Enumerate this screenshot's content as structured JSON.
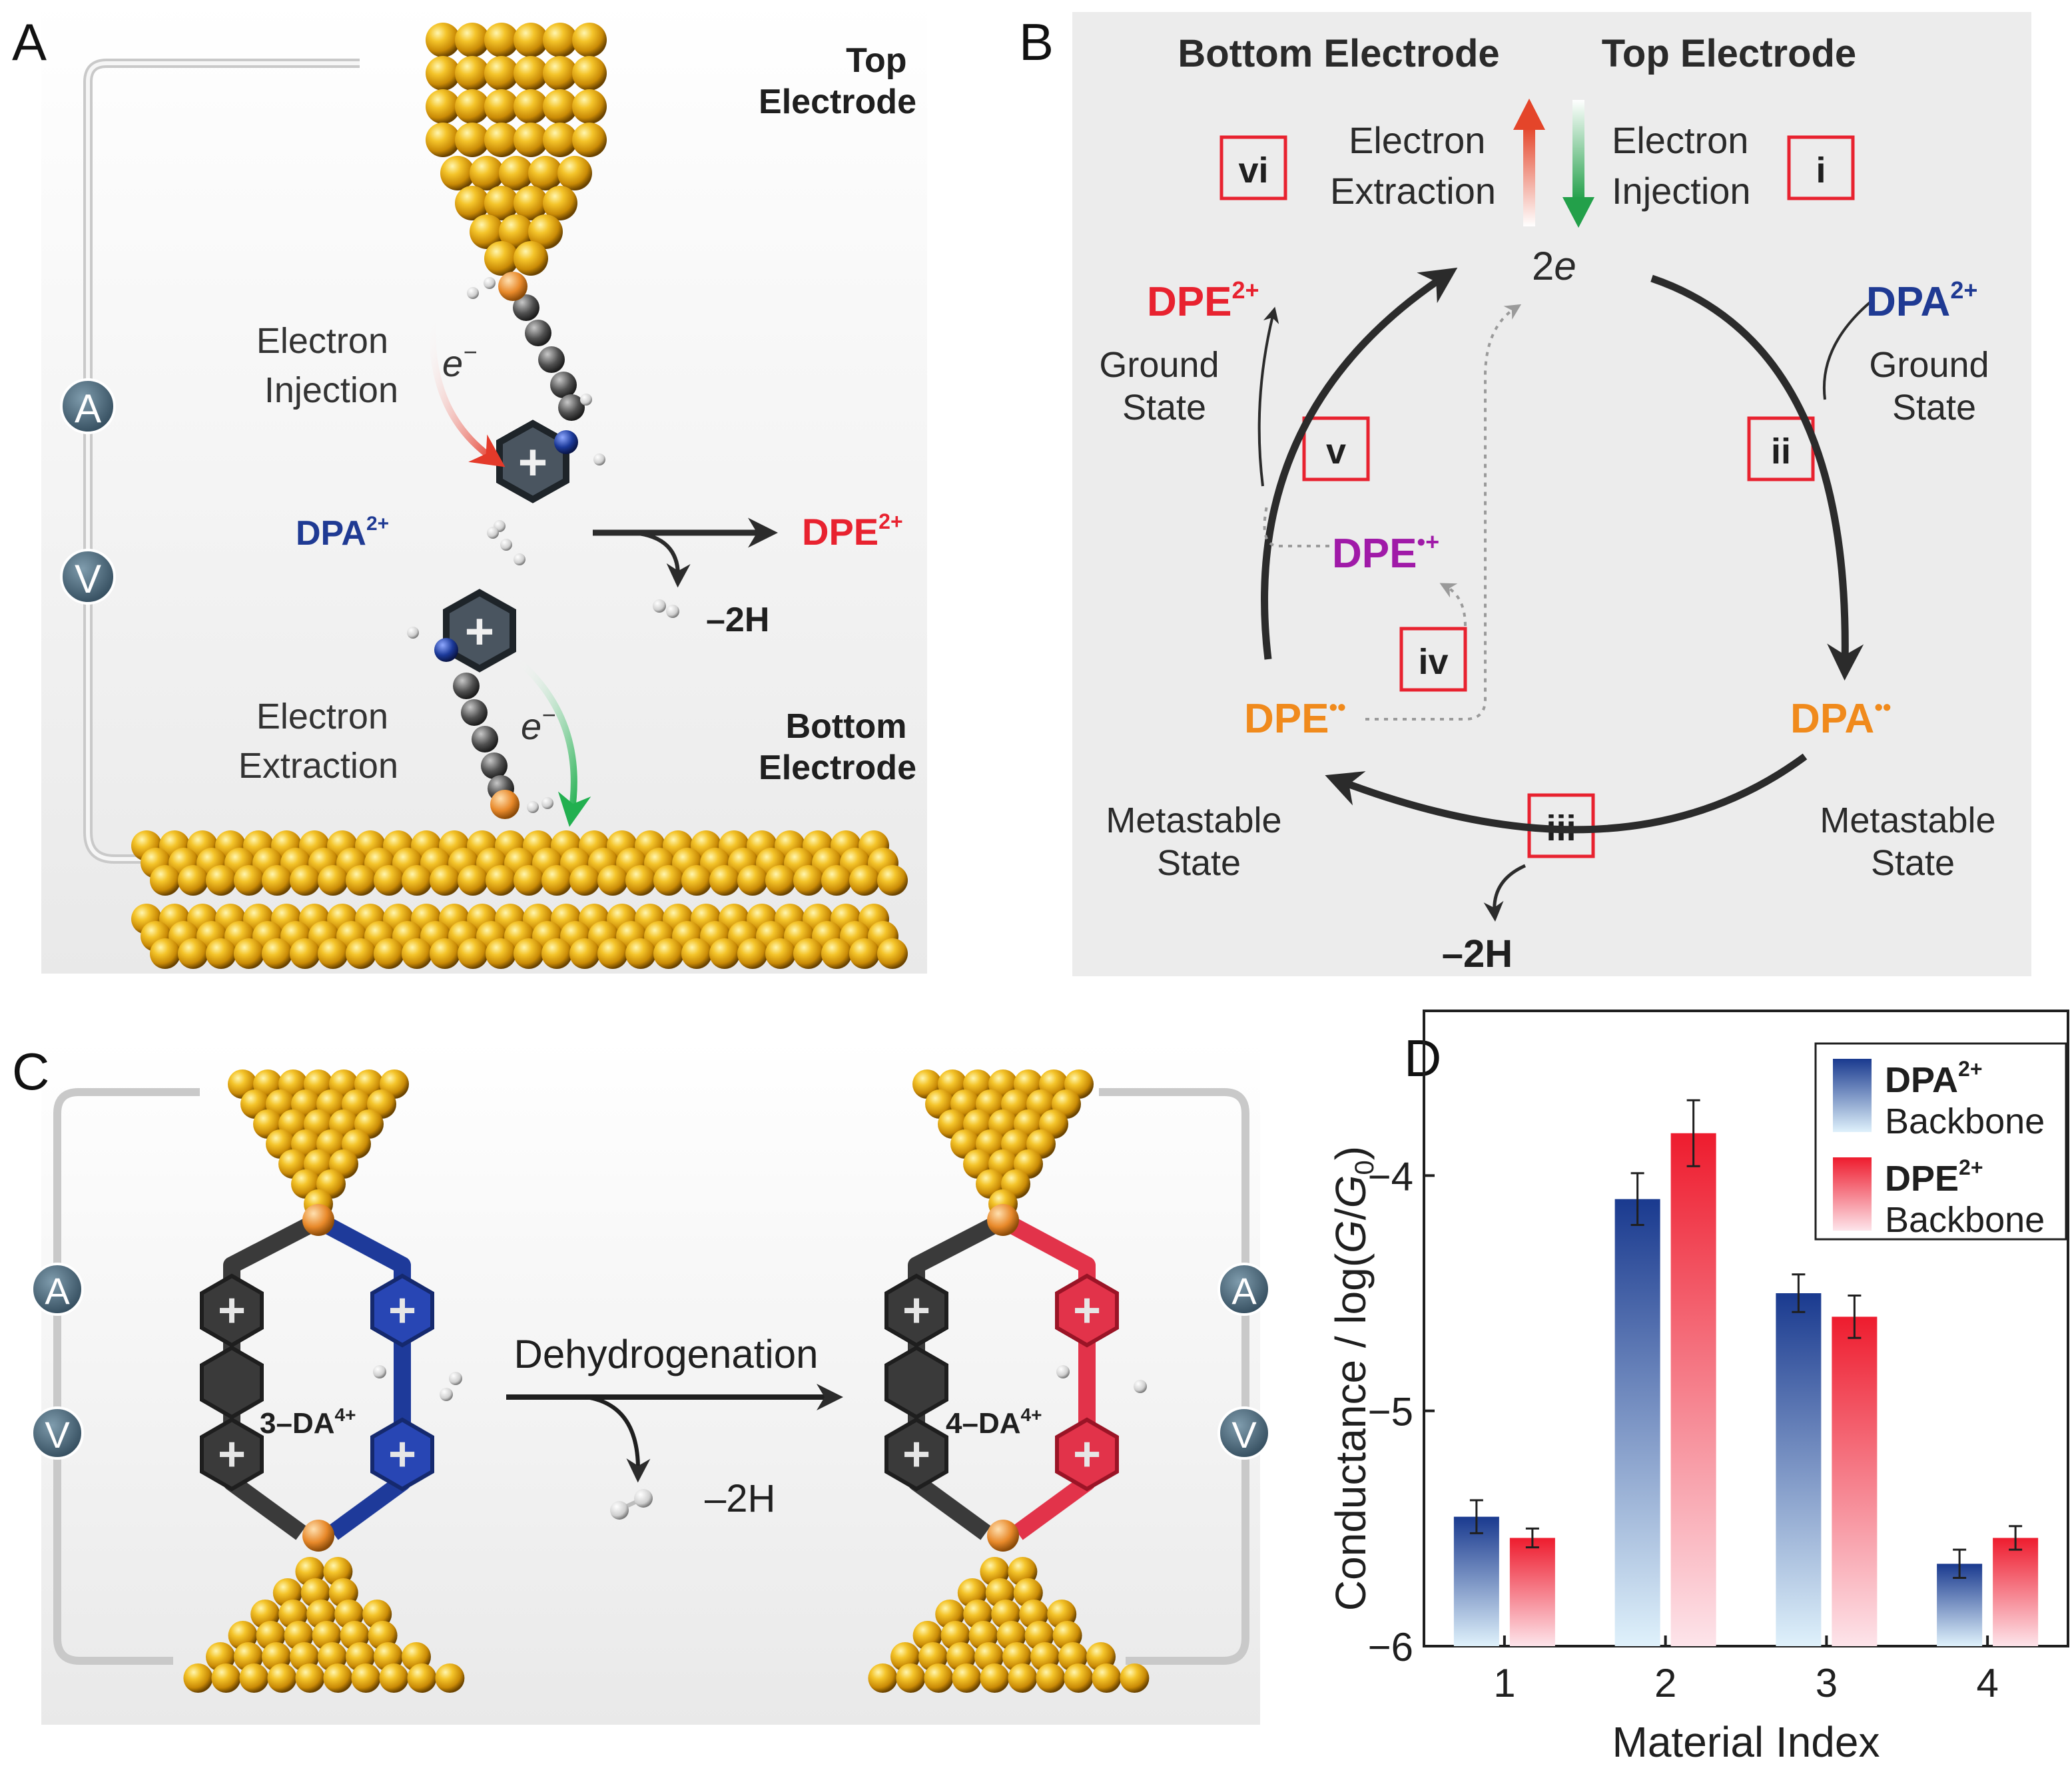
{
  "panel_a": {
    "label": "A",
    "top_electrode": [
      "Top",
      "Electrode"
    ],
    "bottom_electrode": [
      "Bottom",
      "Electrode"
    ],
    "injection": [
      "Electron",
      "Injection"
    ],
    "extraction": [
      "Electron",
      "Extraction"
    ],
    "e_top": "e",
    "e_top_sup": "−",
    "e_bottom": "e",
    "e_bottom_sup": "−",
    "dpa": "DPA",
    "dpa_sup": "2+",
    "dpe": "DPE",
    "dpe_sup": "2+",
    "minus_2h": "–2H",
    "ammeter": "A",
    "voltmeter": "V",
    "plus": "+"
  },
  "panel_b": {
    "label": "B",
    "bottom_electrode": "Bottom Electrode",
    "top_electrode": "Top Electrode",
    "extraction": [
      "Electron",
      "Extraction"
    ],
    "injection": [
      "Electron",
      "Injection"
    ],
    "two_e_num": "2",
    "two_e_var": "e",
    "dpe_ground": "DPE",
    "dpe_ground_sup": "2+",
    "dpa_ground": "DPA",
    "dpa_ground_sup": "2+",
    "ground_state": [
      "Ground",
      "State"
    ],
    "dpe_radical_cation": "DPE",
    "dpe_radical_cation_sup": "•+",
    "dpe_meta": "DPE",
    "dpe_meta_sup": "••",
    "dpa_meta": "DPA",
    "dpa_meta_sup": "••",
    "metastable_state": [
      "Metastable",
      "State"
    ],
    "minus_2h": "–2H",
    "steps": [
      "i",
      "ii",
      "iii",
      "iv",
      "v",
      "vi"
    ]
  },
  "panel_c": {
    "label": "C",
    "mol_left": "3–DA",
    "mol_left_sup": "4+",
    "mol_right": "4–DA",
    "mol_right_sup": "4+",
    "process": "Dehydrogenation",
    "minus_2h": "–2H",
    "ammeter": "A",
    "voltmeter": "V",
    "plus": "+"
  },
  "panel_d": {
    "label": "D",
    "ylabel_prefix": "Conductance / log(",
    "ylabel_g": "G",
    "ylabel_slash": "/",
    "ylabel_g0": "G",
    "ylabel_g0_sub": "0",
    "ylabel_suffix": ")",
    "legend": [
      {
        "name": "DPA",
        "sup": "2+",
        "sub": "Backbone"
      },
      {
        "name": "DPE",
        "sup": "2+",
        "sub": "Backbone"
      }
    ]
  },
  "colors": {
    "dpa_blue": "#1f3a93",
    "dpe_red": "#e8222f",
    "radical_cation_purple": "#a01aa8",
    "metastable_orange": "#f08a1c",
    "step_box_red": "#e8222f",
    "gold": "#e0a514"
  },
  "chart_data": {
    "type": "bar",
    "title": "",
    "xlabel": "Material Index",
    "ylabel": "Conductance / log(G/G0)",
    "categories": [
      "1",
      "2",
      "3",
      "4"
    ],
    "ylim": [
      -6,
      -3.3
    ],
    "yticks": [
      -6,
      -5,
      -4
    ],
    "ytick_labels": [
      "−6",
      "−5",
      "−4"
    ],
    "legend_position": "top-right",
    "grid": false,
    "series": [
      {
        "name": "DPA2+ Backbone",
        "color": "#1f3a93",
        "values": [
          -5.45,
          -4.1,
          -4.5,
          -5.65
        ],
        "errors": [
          0.07,
          0.11,
          0.08,
          0.06
        ]
      },
      {
        "name": "DPE2+ Backbone",
        "color": "#e8222f",
        "values": [
          -5.54,
          -3.82,
          -4.6,
          -5.54
        ],
        "errors": [
          0.04,
          0.14,
          0.09,
          0.05
        ]
      }
    ]
  }
}
